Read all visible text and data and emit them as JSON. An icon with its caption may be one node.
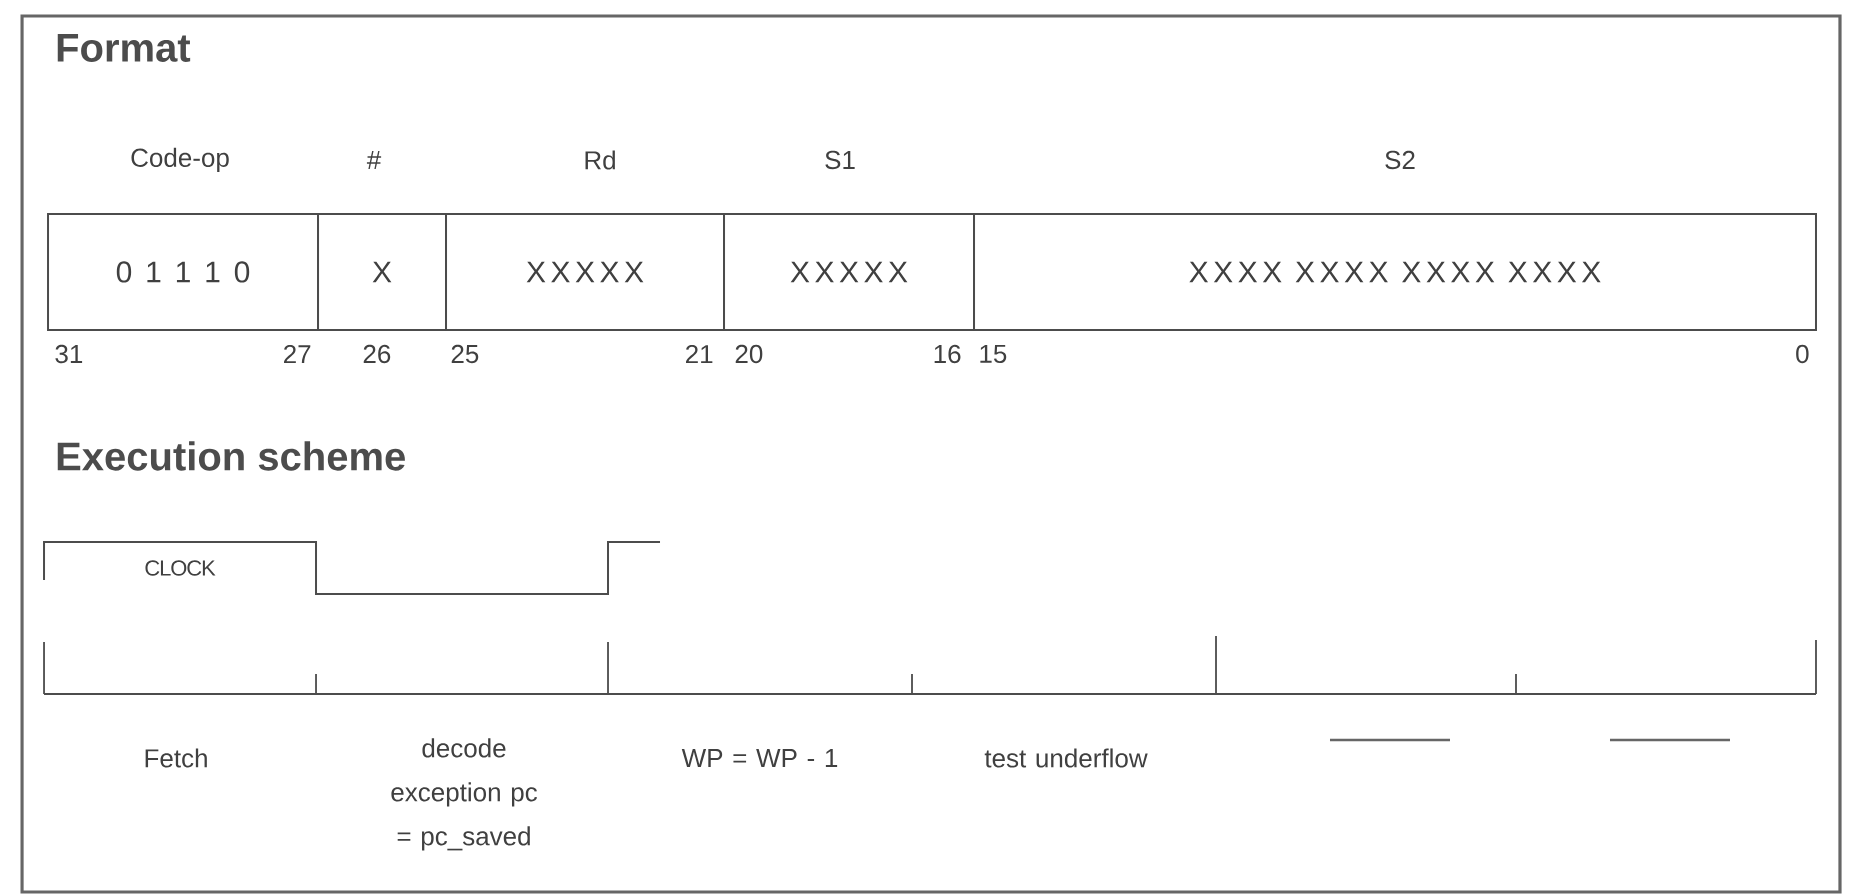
{
  "diagram": {
    "nodes": [
      {
        "text": [
          "0 1 1 1 0"
        ]
      },
      {
        "text": [
          "X"
        ]
      },
      {
        "text": [
          "XXXXX"
        ]
      },
      {
        "text": [
          "XXXXX"
        ]
      },
      {
        "text": [
          "XXXX XXXX XXXX XXXX"
        ]
      }
    ],
    "labels": [
      "Format",
      "Code-op",
      "#",
      "Rd",
      "S1",
      "S2",
      "31",
      "27",
      "26",
      "25",
      "21",
      "20",
      "16",
      "15",
      "0",
      "Execution scheme",
      "CLOCK",
      "Fetch",
      "decode exception pc = pc_saved",
      "WP = WP - 1",
      "test underflow"
    ]
  }
}
